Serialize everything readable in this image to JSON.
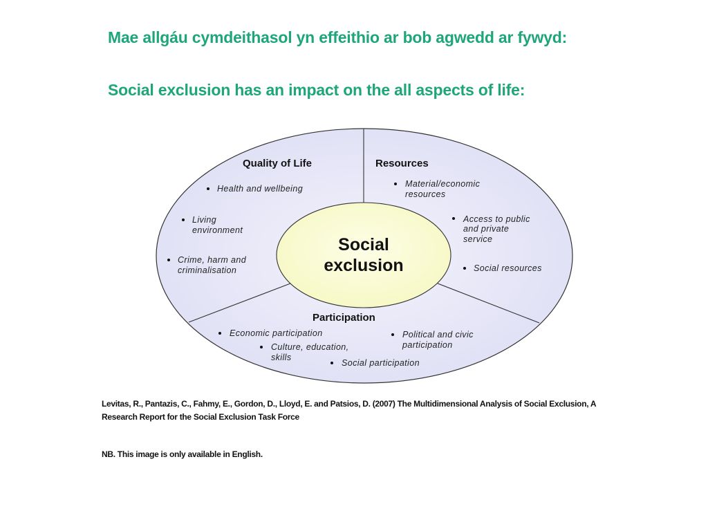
{
  "titles": {
    "welsh": "Mae allgáu cymdeithasol yn effeithio ar bob agwedd ar fywyd:",
    "english": "Social exclusion has an impact on the all aspects of life:"
  },
  "diagram": {
    "center": {
      "line1": "Social",
      "line2": "exclusion"
    },
    "colors": {
      "outer_fill": "#e4e4f7",
      "inner_fill": "#fafcd2",
      "stroke": "#333333",
      "title_green": "#1fa57a"
    },
    "segments": [
      {
        "heading": "Quality of Life",
        "items": [
          {
            "lines": [
              "Health and wellbeing"
            ]
          },
          {
            "lines": [
              "Living",
              "environment"
            ]
          },
          {
            "lines": [
              "Crime, harm and",
              "criminalisation"
            ]
          }
        ]
      },
      {
        "heading": "Resources",
        "items": [
          {
            "lines": [
              "Material/economic",
              "resources"
            ]
          },
          {
            "lines": [
              "Access to public",
              "and private",
              "service"
            ]
          },
          {
            "lines": [
              "Social resources"
            ]
          }
        ]
      },
      {
        "heading": "Participation",
        "items": [
          {
            "lines": [
              "Economic participation"
            ]
          },
          {
            "lines": [
              "Culture, education,",
              "skills"
            ]
          },
          {
            "lines": [
              "Social participation"
            ]
          },
          {
            "lines": [
              "Political and civic",
              "participation"
            ]
          }
        ]
      }
    ]
  },
  "citation": "Levitas, R., Pantazis, C., Fahmy, E., Gordon, D., Lloyd, E. and Patsios, D. (2007) The Multidimensional Analysis of Social Exclusion, A Research Report for the Social Exclusion Task Force",
  "note": "NB. This image is only available in English."
}
